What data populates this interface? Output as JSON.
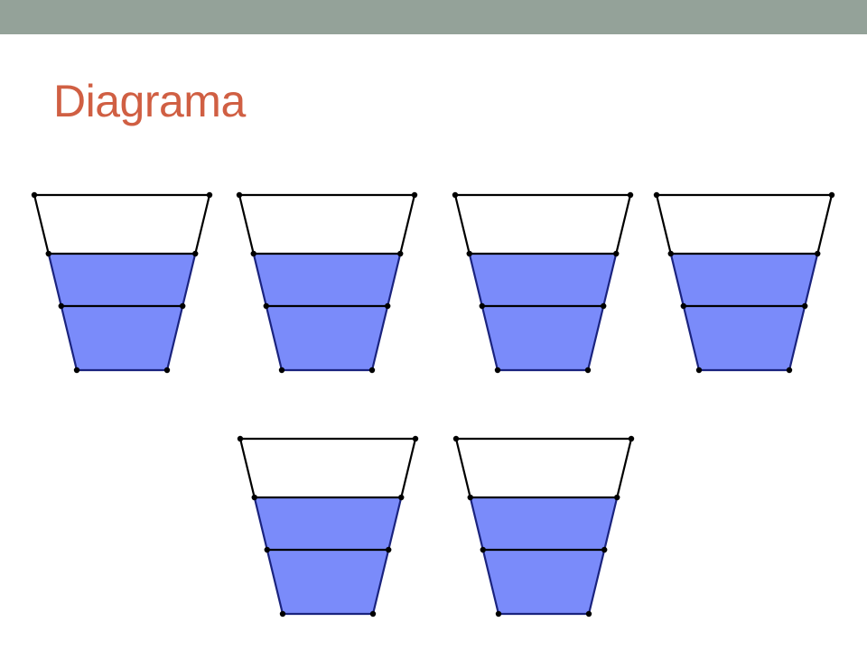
{
  "slide": {
    "title": "Diagrama",
    "colors": {
      "header_bar": "#94a299",
      "title": "#d05f43",
      "fill": "#7a8bfa",
      "outline": "#000000",
      "edge_highlight": "#1a237e",
      "background": "#ffffff"
    }
  },
  "diagram": {
    "shape": "cup",
    "cup_count": 6,
    "cups": [
      {
        "index": 1,
        "row": 1,
        "filled_sections": 2,
        "total_sections": 3
      },
      {
        "index": 2,
        "row": 1,
        "filled_sections": 2,
        "total_sections": 3
      },
      {
        "index": 3,
        "row": 1,
        "filled_sections": 2,
        "total_sections": 3
      },
      {
        "index": 4,
        "row": 1,
        "filled_sections": 2,
        "total_sections": 3
      },
      {
        "index": 5,
        "row": 2,
        "filled_sections": 2,
        "total_sections": 3
      },
      {
        "index": 6,
        "row": 2,
        "filled_sections": 2,
        "total_sections": 3
      }
    ]
  }
}
